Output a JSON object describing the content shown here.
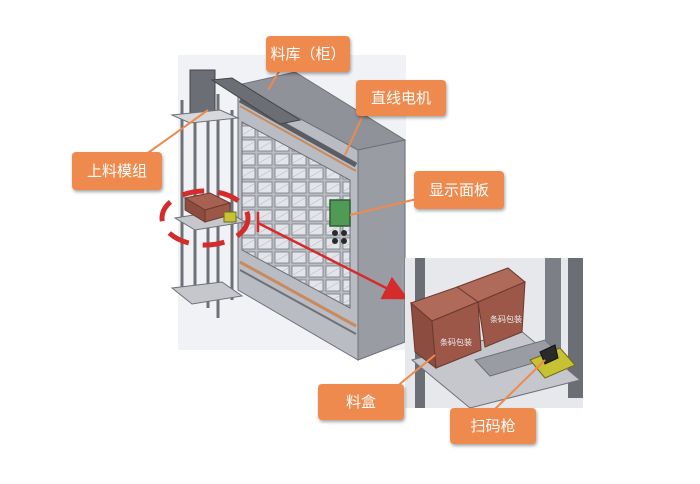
{
  "labels": {
    "cabinet": "料库（柜）",
    "linear_motor": "直线电机",
    "loading_module": "上料模组",
    "display_panel": "显示面板",
    "material_box": "料盒",
    "scanner": "扫码枪"
  },
  "box_text": "条码包装",
  "colors": {
    "callout": "#ee8a4d",
    "cabinet_body": "#9a9ca3",
    "rail": "#c98a5c",
    "highlight": "#d42b2b",
    "box": "#a86050",
    "scanner": "#c7c233"
  }
}
